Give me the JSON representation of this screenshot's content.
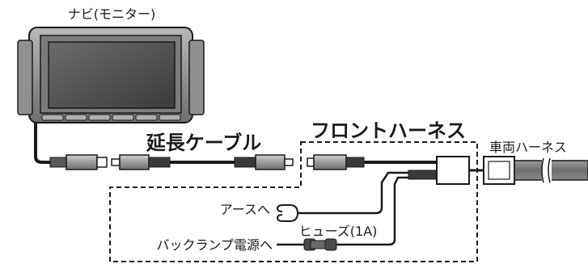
{
  "labels": {
    "monitor": "ナビ(モニター)",
    "extension_cable": "延長ケーブル",
    "front_harness": "フロントハーネス",
    "vehicle_harness": "車両ハーネス",
    "ground": "アースへ",
    "fuse": "ヒューズ(1A)",
    "backlamp_power": "バックランプ電源へ"
  },
  "colors": {
    "line": "#1a1a1a",
    "device_body": "#9a9a9a",
    "screen": "#4a4a4a",
    "connector": "#9d9d9d",
    "harness": "#7a7a7a"
  }
}
